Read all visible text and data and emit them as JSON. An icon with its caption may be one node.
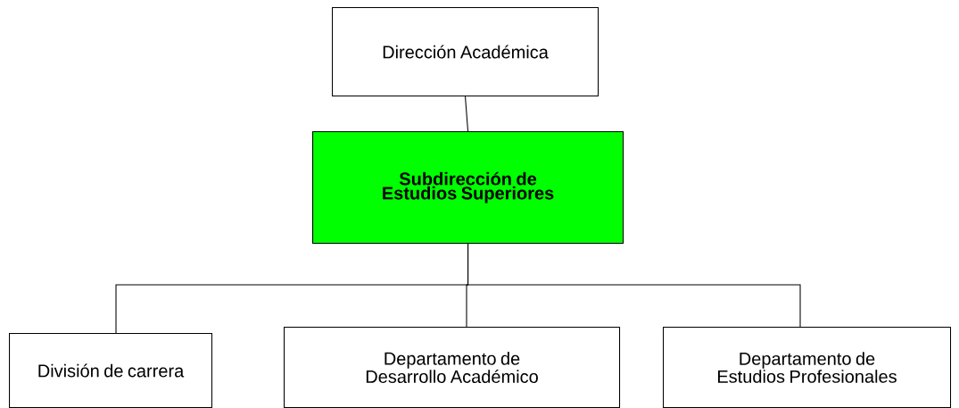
{
  "diagram": {
    "nodes": [
      {
        "text": [
          "Dirección Académica"
        ]
      },
      {
        "text": [
          "Subdirección de Estudios Superiores"
        ]
      },
      {
        "text": [
          "División de carrera"
        ]
      },
      {
        "text": [
          "Departamento de Desarrollo Académico"
        ]
      },
      {
        "text": [
          "Departamento de Estudios Profesionales"
        ]
      }
    ],
    "edges": [
      {
        "from": 0,
        "to": 1,
        "arrow": "none"
      },
      {
        "from": 1,
        "to": 2,
        "arrow": "none"
      },
      {
        "from": 1,
        "to": 3,
        "arrow": "none"
      },
      {
        "from": 1,
        "to": 4,
        "arrow": "none"
      }
    ]
  }
}
